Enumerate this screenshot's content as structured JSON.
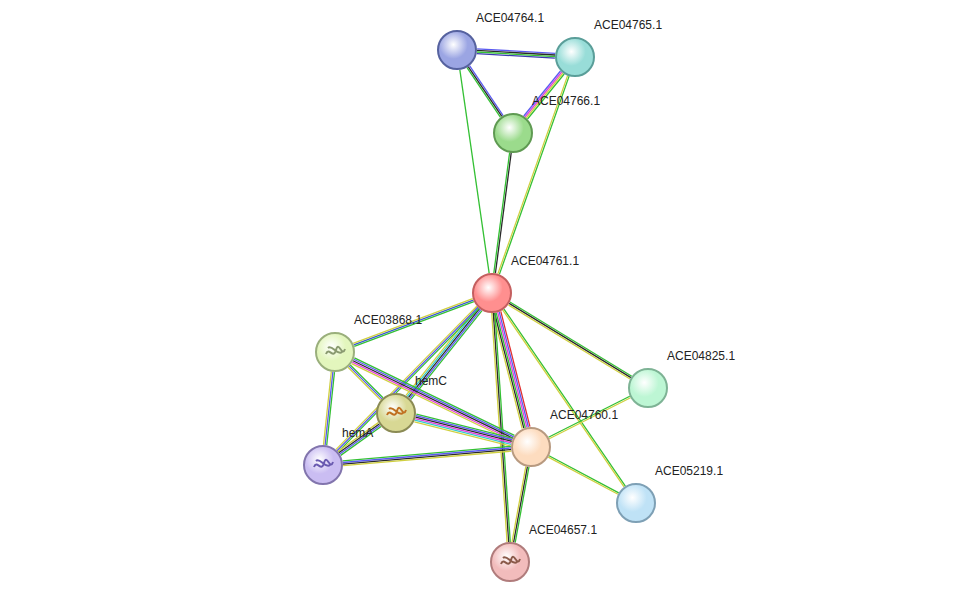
{
  "diagram": {
    "nodes": [
      {
        "text": [
          "ACE04764.1"
        ]
      },
      {
        "text": [
          "ACE04765.1"
        ]
      },
      {
        "text": [
          "ACE04766.1"
        ]
      },
      {
        "text": [
          "ACE04761.1"
        ]
      },
      {
        "text": [
          "ACE03868.1"
        ]
      },
      {
        "text": [
          "ACE04825.1"
        ]
      },
      {
        "text": [
          "hemC"
        ]
      },
      {
        "text": [
          "hemA"
        ]
      },
      {
        "text": [
          "ACE04760.1"
        ]
      },
      {
        "text": [
          "ACE05219.1"
        ]
      },
      {
        "text": [
          "ACE04657.1"
        ]
      }
    ],
    "edges": [
      {
        "from": 0,
        "to": 1,
        "arrow": "none"
      },
      {
        "from": 0,
        "to": 2,
        "arrow": "none"
      },
      {
        "from": 1,
        "to": 2,
        "arrow": "none"
      },
      {
        "from": 0,
        "to": 3,
        "arrow": "none"
      },
      {
        "from": 2,
        "to": 3,
        "arrow": "none"
      },
      {
        "from": 1,
        "to": 3,
        "arrow": "none"
      },
      {
        "from": 3,
        "to": 4,
        "arrow": "none"
      },
      {
        "from": 3,
        "to": 6,
        "arrow": "none"
      },
      {
        "from": 3,
        "to": 7,
        "arrow": "none"
      },
      {
        "from": 3,
        "to": 8,
        "arrow": "none"
      },
      {
        "from": 3,
        "to": 5,
        "arrow": "none"
      },
      {
        "from": 3,
        "to": 9,
        "arrow": "none"
      },
      {
        "from": 3,
        "to": 10,
        "arrow": "none"
      },
      {
        "from": 4,
        "to": 6,
        "arrow": "none"
      },
      {
        "from": 4,
        "to": 7,
        "arrow": "none"
      },
      {
        "from": 4,
        "to": 8,
        "arrow": "none"
      },
      {
        "from": 6,
        "to": 7,
        "arrow": "none"
      },
      {
        "from": 6,
        "to": 8,
        "arrow": "none"
      },
      {
        "from": 7,
        "to": 8,
        "arrow": "none"
      },
      {
        "from": 8,
        "to": 5,
        "arrow": "none"
      },
      {
        "from": 8,
        "to": 9,
        "arrow": "none"
      },
      {
        "from": 8,
        "to": 10,
        "arrow": "none"
      }
    ]
  }
}
